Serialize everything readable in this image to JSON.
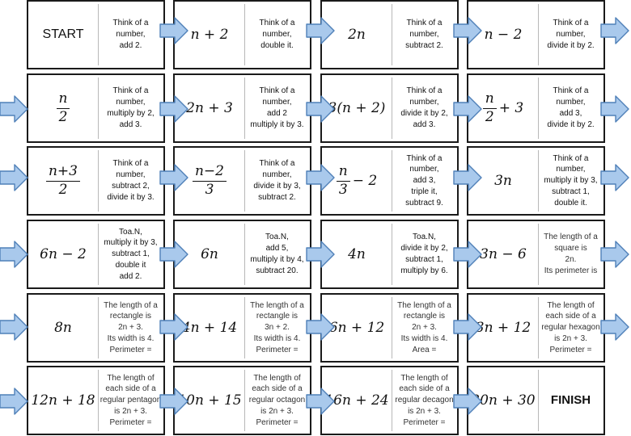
{
  "colors": {
    "arrow_fill": "#a9c9ec",
    "arrow_stroke": "#4f80b8",
    "card_border": "#1a1a1a"
  },
  "arrow_icon": "right-arrow-icon",
  "rows": [
    [
      {
        "expr": "START",
        "instr": "Think of a\nnumber,\nadd 2."
      },
      {
        "expr": "n + 2",
        "instr": "Think of a\nnumber,\ndouble it."
      },
      {
        "expr": "2n",
        "instr": "Think of a\nnumber,\nsubtract 2."
      },
      {
        "expr": "n − 2",
        "instr": "Think of a\nnumber,\ndivide it by 2."
      }
    ],
    [
      {
        "expr": "n/2",
        "instr": "Think of a\nnumber,\nmultiply by 2,\nadd 3."
      },
      {
        "expr": "2n + 3",
        "instr": "Think of a\nnumber,\nadd 2\nmultiply it by 3."
      },
      {
        "expr": "3(n + 2)",
        "instr": "Think of a\nnumber,\ndivide it by 2,\nadd 3."
      },
      {
        "expr": "n/2 + 3",
        "instr": "Think of a\nnumber,\nadd 3,\ndivide it by 2."
      }
    ],
    [
      {
        "expr": "(n+3)/2",
        "instr": "Think of a\nnumber,\nsubtract 2,\ndivide it by 3."
      },
      {
        "expr": "(n−2)/3",
        "instr": "Think of a\nnumber,\ndivide it by 3,\nsubtract 2."
      },
      {
        "expr": "n/3 − 2",
        "instr": "Think of a\nnumber,\nadd 3,\ntriple it,\nsubtract 9."
      },
      {
        "expr": "3n",
        "instr": "Think of a\nnumber,\nmultiply it by 3,\nsubtract 1,\ndouble it."
      }
    ],
    [
      {
        "expr": "6n − 2",
        "instr": "Toa.N,\nmultiply it by 3,\nsubtract 1,\ndouble it\nadd 2."
      },
      {
        "expr": "6n",
        "instr": "Toa.N,\nadd 5,\nmultiply it by 4,\nsubtract 20."
      },
      {
        "expr": "4n",
        "instr": "Toa.N,\ndivide it by 2,\nsubtract 1,\nmultiply by 6."
      },
      {
        "expr": "3n − 6",
        "instr": "The length of a\nsquare is\n2n.\nIts perimeter is"
      }
    ],
    [
      {
        "expr": "8n",
        "instr": "The length of a\nrectangle is\n2n + 3.\nIts width is 4.\nPerimeter ="
      },
      {
        "expr": "4n + 14",
        "instr": "The length of a\nrectangle is\n3n + 2.\nIts width is 4.\nPerimeter ="
      },
      {
        "expr": "6n + 12",
        "instr": "The length of a\nrectangle is\n2n + 3.\nIts width is 4.\nArea ="
      },
      {
        "expr": "3n + 12",
        "instr": "The length of\neach side of a\nregular hexagon\nis 2n + 3.\nPerimeter ="
      }
    ],
    [
      {
        "expr": "12n + 18",
        "instr": "The length of\neach side of a\nregular pentagon\nis 2n + 3.\nPerimeter ="
      },
      {
        "expr": "10n + 15",
        "instr": "The length of\neach side of a\nregular octagon\nis 2n + 3.\nPerimeter ="
      },
      {
        "expr": "16n + 24",
        "instr": "The length of\neach side of a\nregular decagon\nis 2n + 3.\nPerimeter ="
      },
      {
        "expr": "20n + 30",
        "instr": "FINISH"
      }
    ]
  ]
}
